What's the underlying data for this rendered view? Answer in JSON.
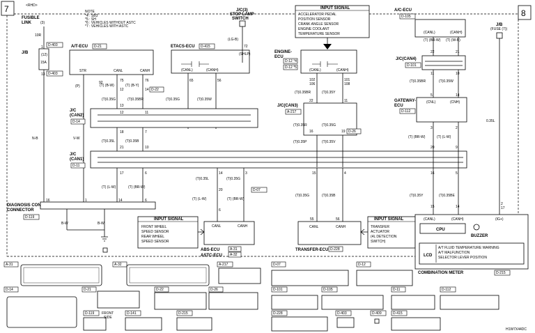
{
  "page": {
    "left_panel_number": "7",
    "right_panel_number": "8",
    "rhd": "<RHD>",
    "drawing_code": "H1W7X44DC"
  },
  "note": {
    "heading": "NOTE",
    "lines": [
      "*4 : SB3",
      "*5 : SH",
      "*6 : VEHICLES WITHOUT ASTC",
      "*7 : VEHICLES WITH ASTC"
    ]
  },
  "components": {
    "fusible_link": {
      "name": "FUSIBLE LINK",
      "num": "(3)",
      "rating": "10R",
      "conn": "D-403"
    },
    "jb": {
      "name": "J/B",
      "fuse": "(12)",
      "amp": "15A",
      "pin_in": "1",
      "pin_out": "13",
      "conn": "D-403"
    },
    "atecu": {
      "name": "A/T-ECU",
      "conn": "D-21",
      "pins": [
        "STR",
        "CANL",
        "CANH"
      ]
    },
    "etacs": {
      "name": "ETACS-ECU",
      "conn": "D-415",
      "pins": [
        "(CANL)",
        "(CANH)",
        "(SHLP)"
      ]
    },
    "jc3_stop": {
      "name": "J/C(3)",
      "sub": "STOP LAMP SWITCH",
      "pin": "72",
      "wire": "(LG-B)"
    },
    "engine_ecu": {
      "name": "ENGINE-ECU",
      "conns": [
        "D-12 *4",
        "D-12 *5"
      ],
      "pins": [
        "(CANL)",
        "(CANH)"
      ]
    },
    "ac_ecu": {
      "name": "A/C-ECU",
      "conn": "D-105",
      "pins": [
        "(CANL)",
        "(CANH)"
      ]
    },
    "jc_can4": {
      "name": "J/C(CAN4)",
      "conn": "D-101"
    },
    "gateway": {
      "name": "GATEWAY-ECU",
      "conn": "D-112",
      "pins": [
        "(CNL)",
        "(CNH)"
      ]
    },
    "jb_fuse": {
      "name": "J/B",
      "fuse": "(FUSE (7))"
    },
    "jc_can2": {
      "name": "J/C (CAN2)",
      "conn": "D-14"
    },
    "jc_can3": {
      "name": "J/C(CAN3)",
      "conn": "A-217"
    },
    "jc_can1": {
      "name": "J/C (CAN1)",
      "conn": "D-11"
    },
    "diag": {
      "name": "DIAGNOSIS CONNECTOR",
      "conn": "D-119"
    },
    "abs": {
      "name": "ABS-ECU",
      "name2": "ASTC-ECU",
      "conn": "A-31",
      "conn2": "A-32",
      "pins": [
        "CANL",
        "CANH"
      ]
    },
    "transfer": {
      "name": "TRANSFER-ECU",
      "conn": "D-228",
      "pins": [
        "CANL",
        "CANH"
      ]
    },
    "meter": {
      "name": "COMBINATION METER",
      "conn": "D-215",
      "cpu": "CPU",
      "buzzer": "BUZZER",
      "lcd": "LCD",
      "lcd_items": [
        "A/T FLUID TEMPERATURE WARNING",
        "A/T MALFUNCTION",
        "SELECTOR LEVER POSITION"
      ],
      "pins": [
        "(CANL)",
        "(CANH)",
        "(IG+)"
      ]
    }
  },
  "input_signals": {
    "engine": {
      "title": "INPUT SIGNAL",
      "items": [
        "ACCELERATOR PEDAL",
        "POSITION SENSOR",
        "CRANK ANGLE SENSOR",
        "ENGINE COOLANT",
        "TEMPERATURE SENSOR"
      ]
    },
    "abs": {
      "title": "INPUT SIGNAL",
      "items": [
        "FRONT WHEEL",
        "SPEED SENSOR",
        "REAR WHEEL",
        "SPEED SENSOR"
      ]
    },
    "transfer": {
      "title": "INPUT SIGNAL",
      "items": [
        "TRANSFER",
        "ACTUATOR",
        "(4L DETECTION",
        "SWITCH)"
      ]
    }
  },
  "wire_labels": {
    "atecu_p": "(P)",
    "atecu_t1": "(T) (B-W)",
    "atecu_t2": "(T) (B-Y)",
    "atecu_035g": "(T)0.35G",
    "atecu_035br": "(T)0.35BR",
    "conn_d22": "D-22",
    "etacs_035g": "(T)0.35G",
    "etacs_035w": "(T)0.35W",
    "can2_035l": "(T)0.35L",
    "can2_035b": "(T)0.35B",
    "can1_l_w": "(T) (L-W)",
    "can1_br_w": "(T) (BR-W)",
    "nb": "N-B",
    "vw": "V-W",
    "bw1": "B-W",
    "bw2": "B-W",
    "eng_035br": "(T)0.35BR",
    "eng_035y": "(T)0.35Y",
    "can3_035r": "(T)0.35R",
    "can3_035g": "(T)0.35G",
    "can3_conn": "D-26",
    "can3_035p": "(T)0.35P",
    "can3_035v": "(T)0.35V",
    "tr_035g": "(T)0.35G",
    "tr_035b": "(T)0.35B",
    "abs_035l": "(T)0.35L",
    "abs_035g": "(T)0.35G",
    "abs_conn": "D-07",
    "abs_l_w": "(T) (L-W)",
    "abs_br_w": "(T) (BR-W)",
    "ac_br_w": "(T) (BR-W)",
    "ac_w_b": "(T) (W-B)",
    "ac_035br": "(T)0.35BR",
    "ac_035w": "(T)0.35W",
    "gw_br_w": "(T) (BR-W)",
    "gw_l_w": "(T) (L-W)",
    "gw_035y": "(T)0.35Y",
    "gw_035be": "(T)0.35BE",
    "fuse_035l": "0.35L"
  },
  "pins": {
    "atecu": [
      "92",
      "75",
      "76",
      "12",
      "13",
      "14"
    ],
    "etacs": [
      "65",
      "56"
    ],
    "can2": [
      "12",
      "11",
      "18",
      "7"
    ],
    "can1": [
      "21",
      "10",
      "17",
      "6"
    ],
    "diag_l": [
      "16",
      "1"
    ],
    "diag_r": [
      "14",
      "6"
    ],
    "abs": [
      "14",
      "3",
      "20",
      "6"
    ],
    "eng": [
      "102",
      "101",
      "106",
      "108"
    ],
    "can3": [
      "22",
      "11",
      "16",
      "19"
    ],
    "tr": [
      "15",
      "4",
      "55",
      "56"
    ],
    "ac": [
      "22",
      "21",
      "11",
      "10"
    ],
    "gw": [
      "3",
      "2",
      "20",
      "9",
      "16",
      "5",
      "15",
      "14"
    ],
    "fuse": [
      "2",
      "17"
    ]
  },
  "connector_ids": [
    "A-31",
    "A-32",
    "A-217",
    "D-07",
    "D-12",
    "D-14",
    "D-21",
    "D-22",
    "D-26",
    "D-101",
    "D-105",
    "D-11",
    "D-112",
    "D-119",
    "D-141",
    "D-215",
    "D-228",
    "D-403",
    "D-409",
    "D-415"
  ],
  "front_side": [
    "FRONT",
    "SIDE"
  ]
}
